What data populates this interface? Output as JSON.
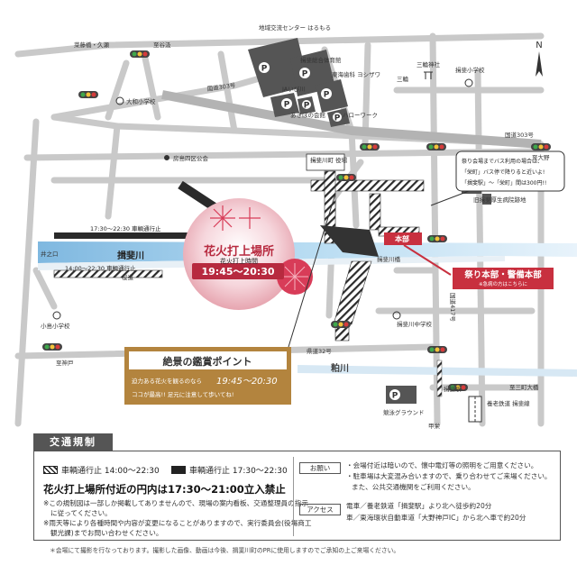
{
  "map": {
    "places": {
      "sakuragaoka": "菜藤橋・久瀬",
      "jizodani": "至谷汲",
      "parking_center": "地域交流センター はるもる",
      "parking_hall": "揖斐総合体育館",
      "ja": "JAいび川",
      "shrine": "三輪神社",
      "ibi_school": "揖斐小学校",
      "parking_north": "東海歯科 ヨシザワ",
      "yamato_school": "大和小学校",
      "hall_north": "あきぼの会館",
      "hello_work": "ハローワーク",
      "mishima": "三輪",
      "kozo": "房島四区公会",
      "town_hall": "揖斐川町 役場",
      "old_hospital": "旧揖斐厚生病院跡地",
      "honbu": "本部",
      "bridge": "揖斐川橋",
      "river": "揖斐川",
      "river2": "粕川",
      "inoshita": "井之口",
      "koshima_school": "小島小学校",
      "ibi_middle": "揖斐川中学校",
      "kanda": "至神戸",
      "ground": "競泳グラウンド",
      "ibi_station": "揖斐駅",
      "line": "養老鉄道 揖斐線",
      "mitsu": "至三町大橋",
      "ohno": "至大野",
      "pref32": "県道32号",
      "nat303_a": "国道303号",
      "nat303_b": "国道303号",
      "nat417": "国道417号",
      "sakura": "桜道",
      "kouon": "甲栄"
    },
    "closures": {
      "north": "17:30～22:30 車輌通行止",
      "south": "14:00～22:30 車輌通行止"
    },
    "bus_note": {
      "line1": "祭り会場までバス利用の場合は、",
      "line2": "「栄町」バス停で降りると近いよ!",
      "line3": "「揖斐駅」～「栄町」間は300円!!"
    },
    "launch": {
      "title": "花火打上場所",
      "sub": "花火打上時間",
      "time": "19:45～20:30"
    },
    "hq": {
      "title": "祭り本部・警備本部",
      "sub": "※急病の方はこちらに"
    },
    "viewpoint": {
      "title": "絶景の鑑賞ポイント",
      "line1": "迫力ある花火を観るのなら",
      "time": "19:45～20:30",
      "line2": "ココが最高!! 足元に注意して歩いてね!"
    }
  },
  "traffic": {
    "tab": "交通規制",
    "legend_hatch": "車輌通行止 14:00～22:30",
    "legend_solid": "車輌通行止 17:30～22:30",
    "ban": "花火打上場所付近の円内は17:30～21:00立入禁止",
    "note1": "※この規制図は一部しか掲載してありませんので、現場の案内看板、交通整理員の指示",
    "note1b": "に従ってください。",
    "note2": "※雨天等により各種時間や内容が変更になることがありますので、実行委員会(役場商工",
    "note2b": "観光課)までお問い合わせください。",
    "tag_notice": "お願い",
    "notice1": "・会場付近は暗いので、懐中電灯等の照明をご用意ください。",
    "notice2": "・駐車場は大変混み合いますので、乗り合わせてご来場ください。",
    "notice3": "また、公共交通機関をご利用ください。",
    "tag_access": "アクセス",
    "access1": "電車／養老鉄道「揖斐駅」より北へ徒歩約20分",
    "access2": "車／東海環状自動車道「大野神戸IC」から北へ車で約20分"
  },
  "footnote": "＊会場にて撮影を行なっております。撮影した画像、動画は今後、揖斐川町のPRに使用しますのでご承知の上ご来場ください。",
  "colors": {
    "accent": "#c8303f",
    "river": "#9ecbe8",
    "road": "#c4c4c4",
    "gold": "#b3843e"
  }
}
